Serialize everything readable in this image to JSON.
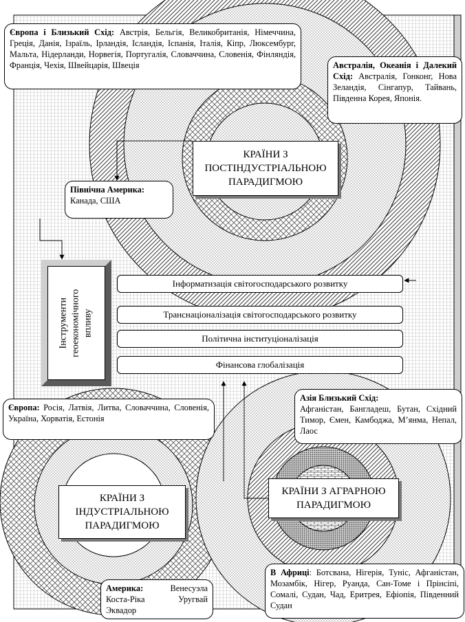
{
  "instruments_title": [
    "Інструменти",
    "геоекономічного",
    "впливу"
  ],
  "instrument_bars": [
    "Інформатизація світогосподарського розвитку",
    "Транснаціоналізація світогосподарського розвитку",
    "Політична інституціоналізація",
    "Фінансова глобалізація"
  ],
  "paradigms": {
    "postindustrial": [
      "КРАЇНИ З",
      "ПОСТІНДУСТРІАЛЬНОЮ",
      "ПАРАДИГМОЮ"
    ],
    "industrial": [
      "КРАЇНИ З",
      "ІНДУСТРІАЛЬНОЮ",
      "ПАРАДИГМОЮ"
    ],
    "agrarian": [
      "КРАЇНИ З АГРАРНОЮ",
      "ПАРАДИГМОЮ"
    ]
  },
  "regions": {
    "europe_middle_east": {
      "label": "Європа і Близький Схід:",
      "countries": " Австрія, Бельгія, Великобританія, Німеччина, Греція, Данія, Ізраїль, Ірландія, Ісландія, Іспанія, Італія, Кіпр, Люксембург, Мальта, Нідерланди, Норвегія, Португалія, Словаччина, Словенія, Фінляндія, Франція, Чехія, Швейцарія, Швеція"
    },
    "australia_far_east": {
      "label": "Австралія, Океанія і Далекий Схід:",
      "countries": " Австралія, Гонконг, Нова Зеландія, Сінгапур, Тайвань, Південна Корея, Японія."
    },
    "north_america": {
      "label": "Північна Америка:",
      "countries": "Канада, США"
    },
    "europe": {
      "label": "Європа:",
      "countries": " Росія, Латвія, Литва, Словаччина, Словенія, Україна, Хорватія, Естонія"
    },
    "asia_near_east": {
      "label": "Азія Близький Схід:",
      "countries": "Афганістан, Бангладеш, Бутан, Східний Тимор, Ємен, Камбоджа, М’янма, Непал, Лаос"
    },
    "america": {
      "label": "Америка:",
      "countries": " Венесуэла Коста-Ріка Уругвай Эквадор"
    },
    "africa": {
      "label": "В Африці",
      "countries": ": Ботсвана, Нігерія, Туніс, Афганістан, Мозамбік, Нігер, Руанда, Сан-Томе і Прінсіпі, Сомалі, Судан, Чад, Еритрея, Ефіопія, Південний Судан"
    }
  }
}
